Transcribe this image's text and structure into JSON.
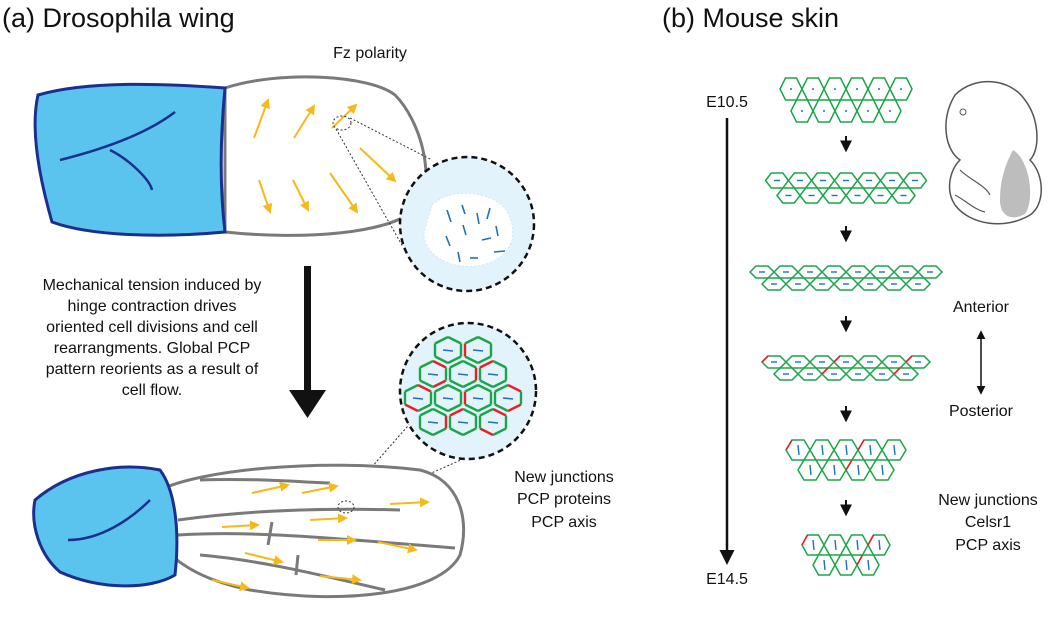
{
  "panel_a": {
    "title": "(a) Drosophila wing",
    "fz_label": "Fz polarity",
    "description_lines": [
      "Mechanical tension induced by",
      "hinge contraction drives",
      "oriented cell divisions and cell",
      "rearrangments. Global PCP",
      "pattern reorients as a result of",
      "cell flow."
    ],
    "legend": {
      "new_junctions": "New junctions",
      "pcp_proteins": "PCP proteins",
      "pcp_axis": "PCP axis"
    }
  },
  "panel_b": {
    "title": "(b) Mouse skin",
    "time_start": "E10.5",
    "time_end": "E14.5",
    "axis_top": "Anterior",
    "axis_bottom": "Posterior",
    "legend": {
      "new_junctions": "New junctions",
      "celsr1": "Celsr1",
      "pcp_axis": "PCP axis"
    }
  },
  "colors": {
    "wing_blue": "#5BC4EE",
    "wing_outline": "#1B2F8F",
    "arrow_yellow": "#F5B919",
    "junction_red": "#E8202A",
    "pcp_green": "#1BA54A",
    "axis_blue": "#1E72B8",
    "magnify_fill": "#E3F3FB"
  }
}
